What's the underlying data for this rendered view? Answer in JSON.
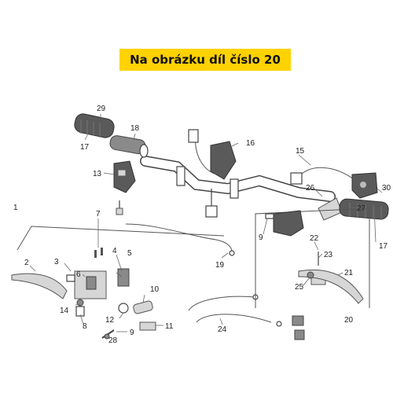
{
  "banner": {
    "text": "Na obrázku díl číslo 20",
    "background": "#ffd200"
  },
  "labels": {
    "n1": "1",
    "n2": "2",
    "n3": "3",
    "n4": "4",
    "n5": "5",
    "n6": "6",
    "n7": "7",
    "n8": "8",
    "n9a": "9",
    "n9b": "9",
    "n10": "10",
    "n11": "11",
    "n12": "12",
    "n13": "13",
    "n14": "14",
    "n15": "15",
    "n16": "16",
    "n17a": "17",
    "n17b": "17",
    "n18": "18",
    "n19": "19",
    "n20": "20",
    "n21": "21",
    "n22": "22",
    "n23": "23",
    "n24": "24",
    "n25": "25",
    "n26": "26",
    "n27": "27",
    "n28": "28",
    "n29": "29",
    "n30": "30"
  }
}
